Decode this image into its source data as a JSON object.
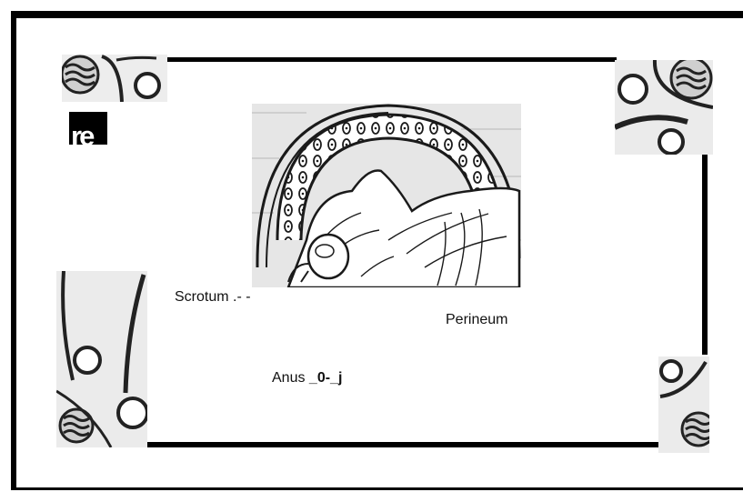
{
  "figure": {
    "labels": {
      "scrotum": "Scrotum .- -",
      "perineum": "Perineum",
      "anus": "Anus",
      "anus_mark": "_0-_j"
    },
    "logo_text": "re"
  },
  "colors": {
    "frame": "#000000",
    "paper": "#ffffff",
    "engraving_bg": "#dedede",
    "ink": "#1a1a1a"
  },
  "icons": [
    "ornament-corner-top-left",
    "ornament-corner-top-right",
    "ornament-side-left",
    "ornament-corner-bottom-right",
    "medical-illustration"
  ]
}
